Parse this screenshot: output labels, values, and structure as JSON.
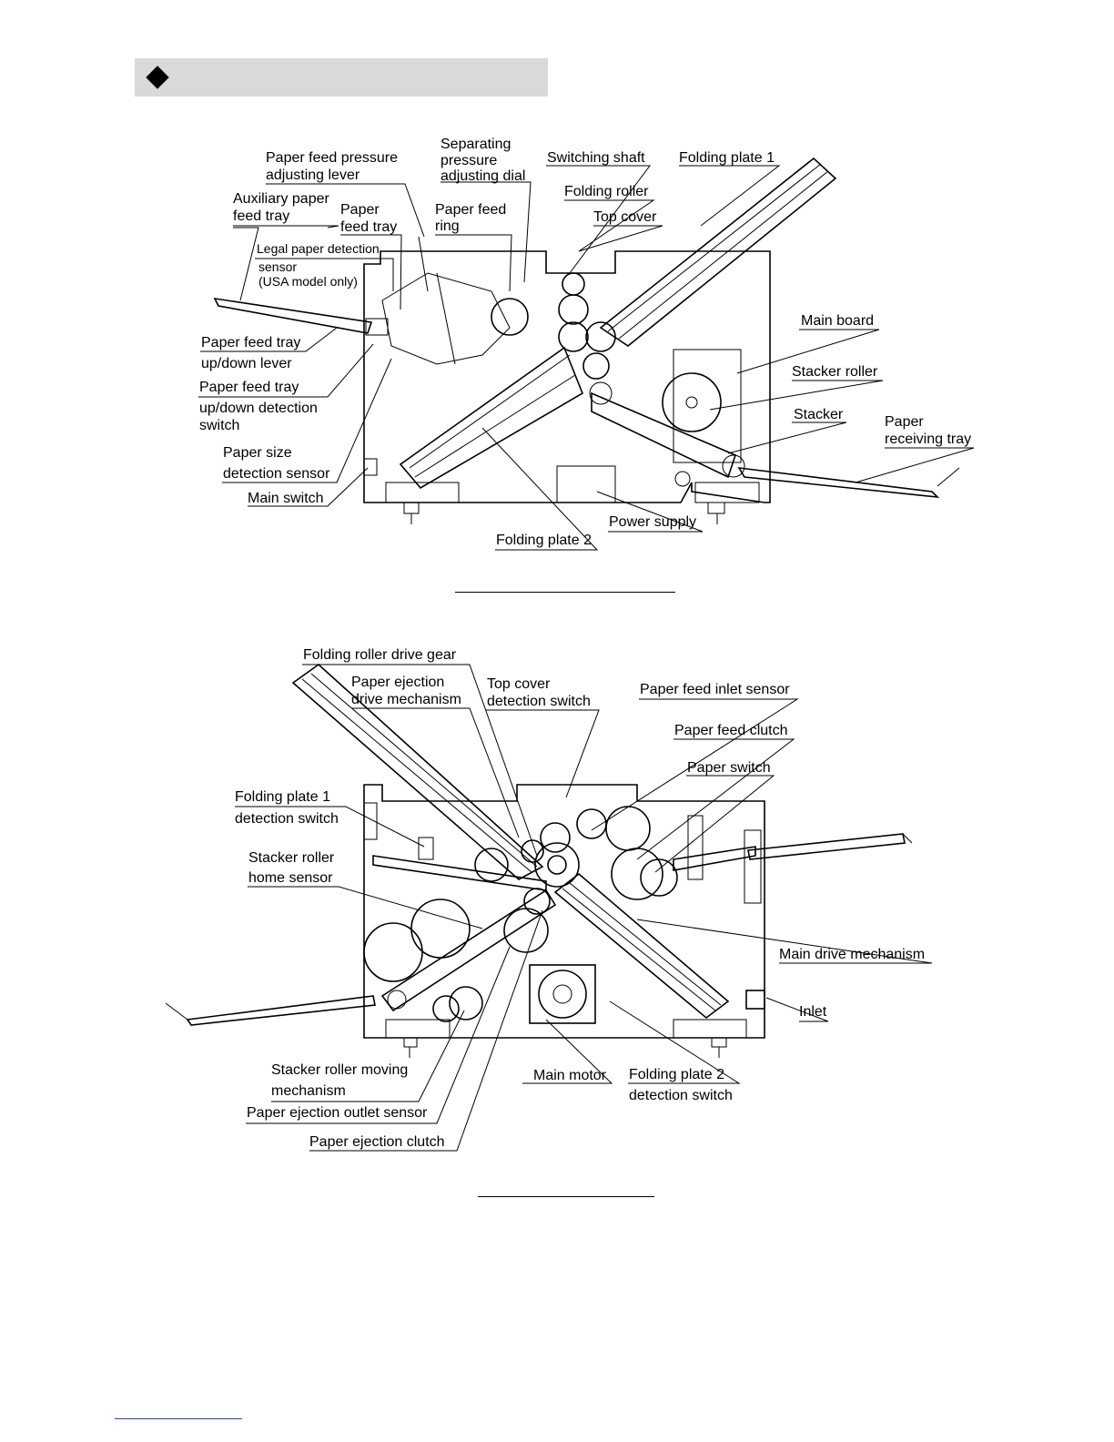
{
  "fig1_labels": {
    "paper_feed_pressure": [
      "Paper feed pressure",
      "adjusting lever"
    ],
    "separating_pressure": [
      "Separating",
      "pressure",
      "adjusting dial"
    ],
    "switching_shaft": "Switching shaft",
    "folding_plate_1": "Folding plate 1",
    "folding_roller": "Folding roller",
    "top_cover": "Top cover",
    "auxiliary_tray": [
      "Auxiliary paper",
      "feed tray"
    ],
    "paper_feed_tray": [
      "Paper",
      "feed tray"
    ],
    "paper_feed_ring": [
      "Paper feed",
      "ring"
    ],
    "legal_sensor": [
      "Legal paper detection",
      "sensor",
      "(USA model only)"
    ],
    "main_board": "Main board",
    "tray_lever": [
      "Paper feed tray",
      "up/down lever"
    ],
    "stacker_roller": "Stacker roller",
    "tray_switch": [
      "Paper feed tray",
      "up/down detection",
      "switch"
    ],
    "stacker": "Stacker",
    "receiving_tray": [
      "Paper",
      "receiving tray"
    ],
    "size_sensor": [
      "Paper size",
      "detection sensor"
    ],
    "main_switch": "Main switch",
    "power_supply": "Power supply",
    "folding_plate_2": "Folding plate 2"
  },
  "fig2_labels": {
    "drive_gear": "Folding roller drive gear",
    "ejection_drive": [
      "Paper ejection",
      "drive mechanism"
    ],
    "top_cover_switch": [
      "Top cover",
      "detection switch"
    ],
    "inlet_sensor": "Paper feed inlet sensor",
    "feed_clutch": "Paper feed clutch",
    "paper_switch": "Paper switch",
    "fp1_switch": [
      "Folding plate 1",
      "detection switch"
    ],
    "stacker_home": [
      "Stacker roller",
      "home sensor"
    ],
    "main_drive": "Main drive mechanism",
    "inlet": "Inlet",
    "stacker_moving": [
      "Stacker roller moving",
      "mechanism"
    ],
    "main_motor": "Main motor",
    "fp2_switch": [
      "Folding plate 2",
      "detection switch"
    ],
    "ejection_outlet": "Paper ejection outlet sensor",
    "ejection_clutch": "Paper ejection clutch"
  }
}
